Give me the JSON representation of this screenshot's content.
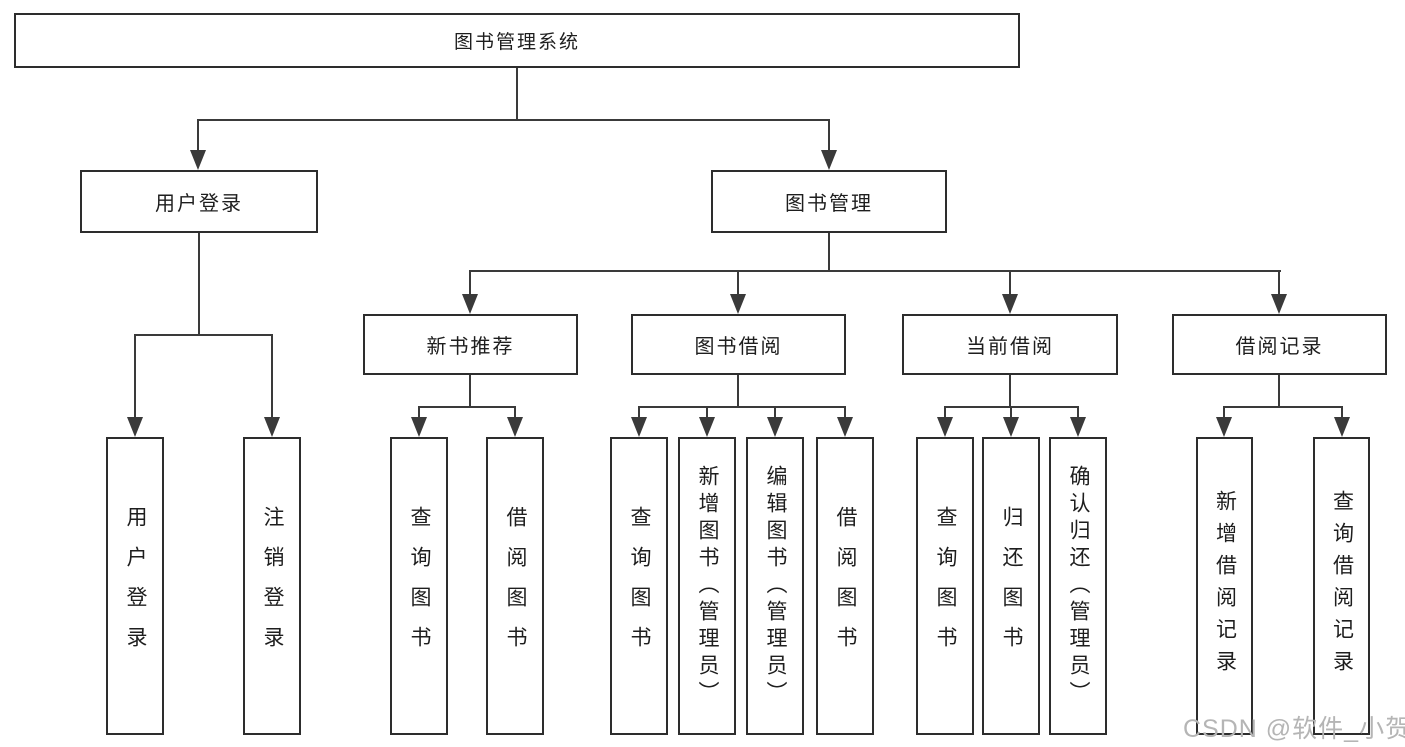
{
  "diagram_title": "图书管理系统",
  "colors": {
    "background": "#ffffff",
    "line": "#3a3a3a",
    "box_border": "#2d2d2d",
    "text": "#1e1e1e",
    "watermark": "#b5b5b5"
  },
  "watermark": {
    "text": "CSDN @软件_小贺同学"
  },
  "tree": {
    "root": {
      "label": "图书管理系统"
    },
    "level2": [
      {
        "label": "用户登录",
        "children": [
          {
            "label": "用户登录"
          },
          {
            "label": "注销登录"
          }
        ]
      },
      {
        "label": "图书管理",
        "children": [
          {
            "label": "新书推荐",
            "children": [
              {
                "label": "查询图书"
              },
              {
                "label": "借阅图书"
              }
            ]
          },
          {
            "label": "图书借阅",
            "children": [
              {
                "label": "查询图书"
              },
              {
                "label": "新增图书（管理员）"
              },
              {
                "label": "编辑图书（管理员）"
              },
              {
                "label": "借阅图书"
              }
            ]
          },
          {
            "label": "当前借阅",
            "children": [
              {
                "label": "查询图书"
              },
              {
                "label": "归还图书"
              },
              {
                "label": "确认归还（管理员）"
              }
            ]
          },
          {
            "label": "借阅记录",
            "children": [
              {
                "label": "新增借阅记录"
              },
              {
                "label": "查询借阅记录"
              }
            ]
          }
        ]
      }
    ]
  }
}
